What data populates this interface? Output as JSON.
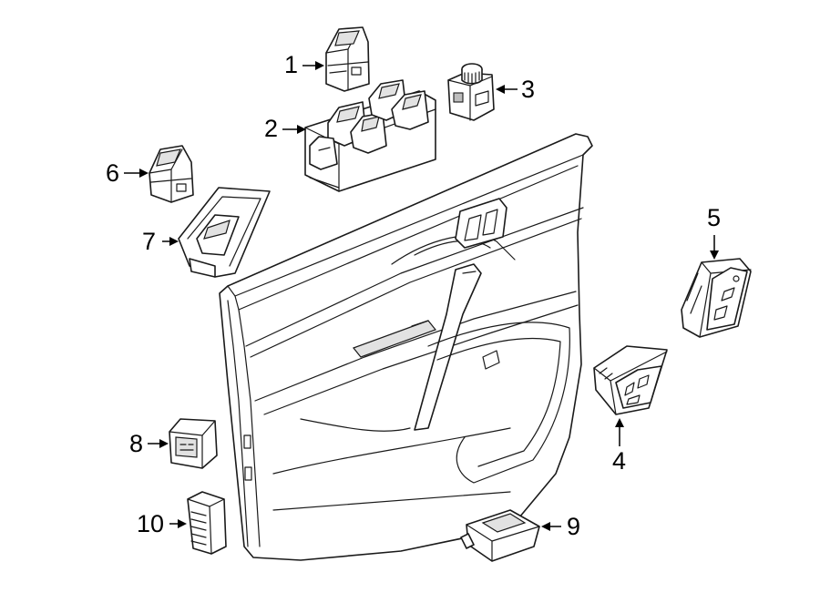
{
  "callouts": [
    {
      "id": "1",
      "label": "1"
    },
    {
      "id": "2",
      "label": "2"
    },
    {
      "id": "3",
      "label": "3"
    },
    {
      "id": "4",
      "label": "4"
    },
    {
      "id": "5",
      "label": "5"
    },
    {
      "id": "6",
      "label": "6"
    },
    {
      "id": "7",
      "label": "7"
    },
    {
      "id": "8",
      "label": "8"
    },
    {
      "id": "9",
      "label": "9"
    },
    {
      "id": "10",
      "label": "10"
    }
  ],
  "style": {
    "line_color": "#1a1a1a",
    "fill_color": "#ffffff"
  }
}
